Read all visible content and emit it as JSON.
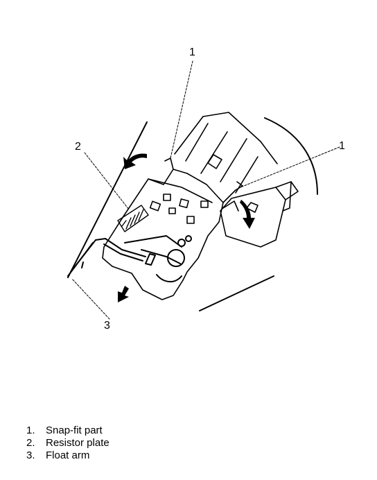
{
  "callouts": {
    "snap_fit_top": "1",
    "snap_fit_right": "1",
    "resistor_plate": "2",
    "float_arm": "3"
  },
  "legend": [
    {
      "number": "1.",
      "label": "Snap-fit part"
    },
    {
      "number": "2.",
      "label": "Resistor plate"
    },
    {
      "number": "3.",
      "label": "Float arm"
    }
  ]
}
